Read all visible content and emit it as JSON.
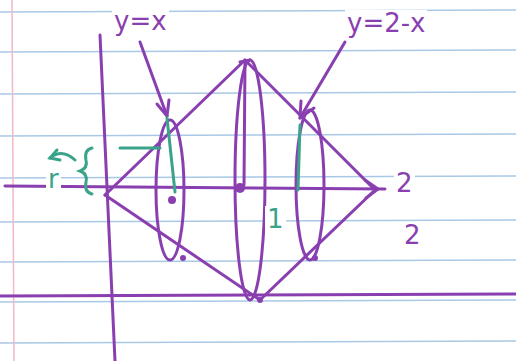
{
  "diagram": {
    "labels": [
      "y=x",
      "y=2-x",
      "r",
      "1",
      "2",
      "2"
    ]
  }
}
